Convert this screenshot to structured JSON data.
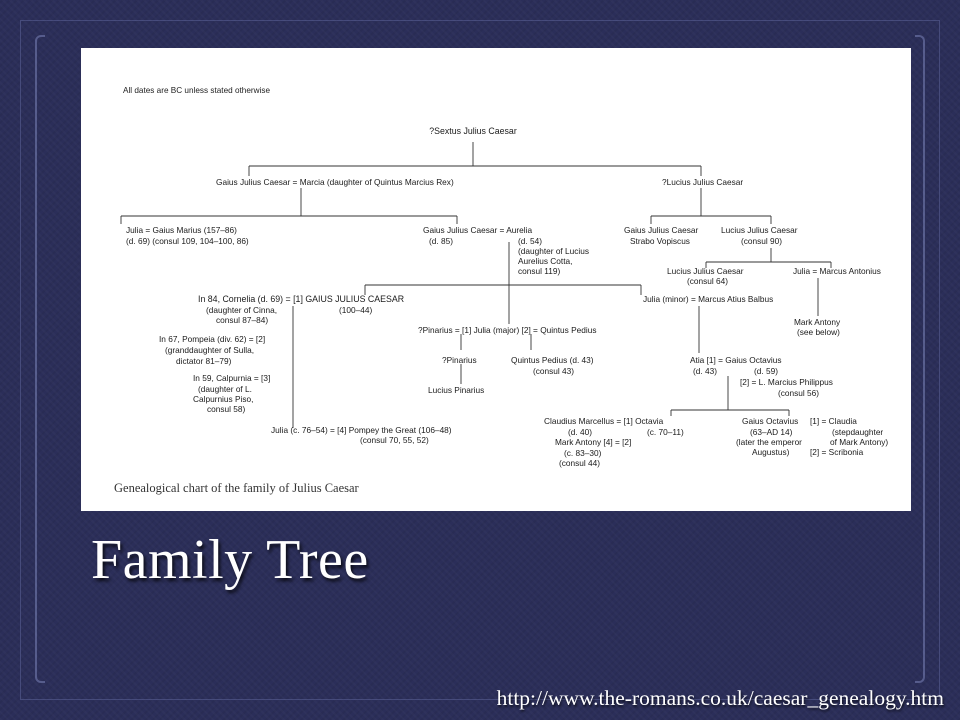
{
  "slide": {
    "title": "Family Tree",
    "source_url": "http://www.the-romans.co.uk/caesar_genealogy.htm"
  },
  "figure": {
    "note": "All dates are BC unless stated otherwise",
    "caption": "Genealogical chart of the family of Julius Caesar"
  },
  "chart_text": {
    "sextus": "?Sextus Julius Caesar",
    "gaius_marcia": "Gaius Julius Caesar = Marcia (daughter of Quintus Marcius Rex)",
    "lucius1": "?Lucius Julius Caesar",
    "julia_marius_1": "Julia  =  Gaius Marius (157–86)",
    "julia_marius_2": "(d. 69)   (consul 109, 104–100, 86)",
    "gaius_aurelia_1": "Gaius Julius Caesar  =  Aurelia",
    "gaius_aurelia_2": "(d. 85)",
    "aurelia_2": "(d. 54)",
    "aurelia_3": "(daughter of Lucius",
    "aurelia_4": "Aurelius Cotta,",
    "aurelia_5": "consul 119)",
    "strabo_1": "Gaius Julius Caesar",
    "strabo_2": "Strabo Vopiscus",
    "lucius2_1": "Lucius Julius Caesar",
    "lucius2_2": "(consul 90)",
    "lucius3_1": "Lucius Julius Caesar",
    "lucius3_2": "(consul 64)",
    "julia_antonius": "Julia = Marcus Antonius",
    "cornelia_1": "In 84, Cornelia (d. 69)  =  [1] GAIUS JULIUS CAESAR",
    "cornelia_2": "(daughter of Cinna,",
    "cornelia_3": "consul 87–84)",
    "caesar_dates": "(100–44)",
    "julia_minor": "Julia (minor) = Marcus Atius Balbus",
    "mark_antony_1": "Mark Antony",
    "mark_antony_2": "(see below)",
    "pompeia_1": "In 67, Pompeia (div. 62) = [2]",
    "pompeia_2": "(granddaughter of Sulla,",
    "pompeia_3": "dictator 81–79)",
    "pinarius_1": "?Pinarius  =  [1] Julia (major) [2] = Quintus Pedius",
    "pinarius_2": "?Pinarius",
    "lucius_pinarius": "Lucius Pinarius",
    "pedius_1": "Quintus Pedius (d. 43)",
    "pedius_2": "(consul 43)",
    "calpurnia_1": "In 59, Calpurnia = [3]",
    "calpurnia_2": "(daughter of L.",
    "calpurnia_3": "Calpurnius Piso,",
    "calpurnia_4": "consul 58)",
    "atia_1": "Atia [1]  =  Gaius Octavius",
    "atia_2": "(d. 43)",
    "octavius_d": "(d. 59)",
    "philippus_1": "[2]  =  L. Marcius Philippus",
    "philippus_2": "(consul 56)",
    "marcellus_1": "Claudius Marcellus  =  [1]  Octavia",
    "marcellus_2": "(d. 40)",
    "octavia_dates": "(c. 70–11)",
    "antony_1": "Mark Antony   [4] = [2]",
    "antony_2": "(c. 83–30)",
    "antony_3": "(consul 44)",
    "augustus_1": "Gaius Octavius",
    "augustus_2": "(63–AD 14)",
    "augustus_3": "(later the emperor",
    "augustus_4": "Augustus)",
    "claudia_1": "[1] = Claudia",
    "claudia_2": "(stepdaughter",
    "claudia_3": "of Mark Antony)",
    "scribonia": "[2] = Scribonia",
    "julia_pompey_1": "Julia (c. 76–54)   =  [4] Pompey the Great (106–48)",
    "julia_pompey_2": "(consul 70, 55, 52)"
  }
}
